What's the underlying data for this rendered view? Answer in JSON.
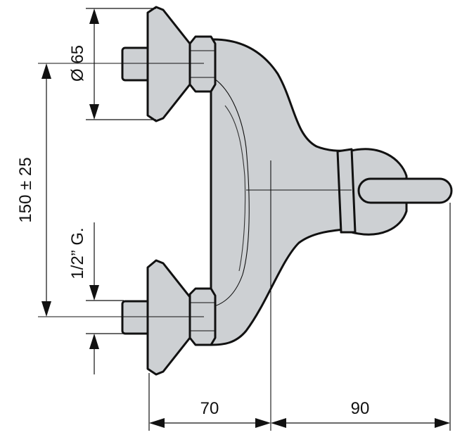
{
  "dimensions": {
    "top_vertical": "150 ± 25",
    "flange_diameter": "Ø 65",
    "thread_size": "1/2” G.",
    "bottom_left": "70",
    "bottom_right": "90"
  }
}
